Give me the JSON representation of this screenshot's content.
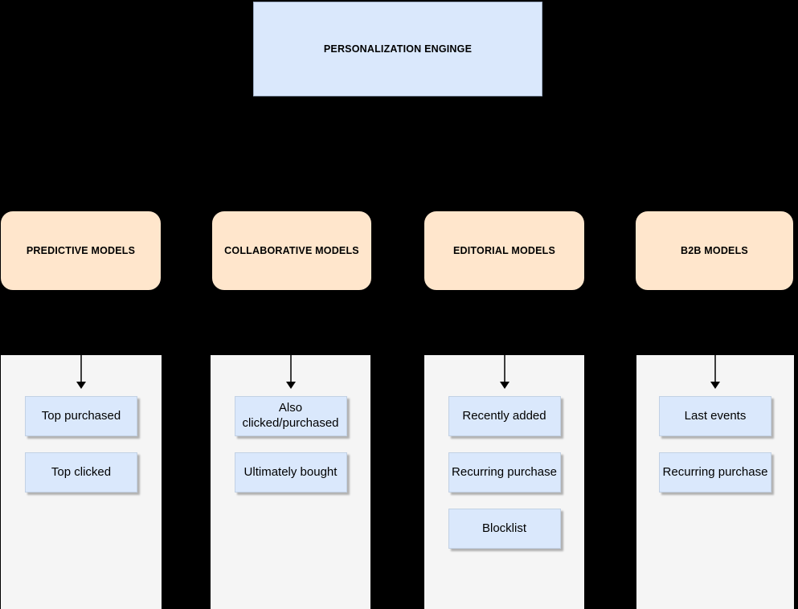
{
  "background": "#000000",
  "colors": {
    "background": "#000000",
    "node_fill_blue": "#dae8fc",
    "node_fill_orange": "#ffe6cc",
    "column_fill": "#f5f5f5",
    "text": "#000000",
    "arrow": "#000000"
  },
  "root": {
    "label": "PERSONALIZATION ENGINGE"
  },
  "branches": [
    {
      "label": "PREDICTIVE MODELS",
      "items": [
        "Top purchased",
        "Top clicked"
      ]
    },
    {
      "label": "COLLABORATIVE MODELS",
      "items": [
        "Also\nclicked/purchased",
        "Ultimately bought"
      ]
    },
    {
      "label": "EDITORIAL MODELS",
      "items": [
        "Recently added",
        "Recurring purchase",
        "Blocklist"
      ]
    },
    {
      "label": "B2B MODELS",
      "items": [
        "Last events",
        "Recurring purchase"
      ]
    }
  ]
}
